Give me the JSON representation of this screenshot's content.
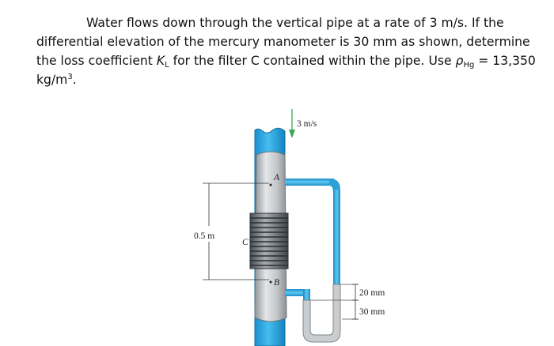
{
  "problem": {
    "part1": "Water flows down through the vertical pipe at a rate of 3 m/s. If the differential elevation of the mercury manometer is 30 mm as shown, determine the loss coefficient ",
    "kl_symbol": "K",
    "kl_subscript": "L",
    "part2": " for the filter C contained within the pipe. Use ",
    "rho_symbol": "ρ",
    "rho_subscript": "Hg",
    "part3": " = 13,350 kg/m",
    "unit_exponent": "3",
    "part4": "."
  },
  "figure": {
    "flow_label": "3 m/s",
    "point_a": "A",
    "point_b": "B",
    "filter_label": "C",
    "distance_label": "0.5 m",
    "dim_upper": "20 mm",
    "dim_lower": "30 mm"
  },
  "colors": {
    "water": "#29a8df",
    "water_dark": "#1682bf",
    "pipe_gray": "#bfc3c6",
    "mercury": "#c9cdd0",
    "arrow": "#3aa657"
  }
}
